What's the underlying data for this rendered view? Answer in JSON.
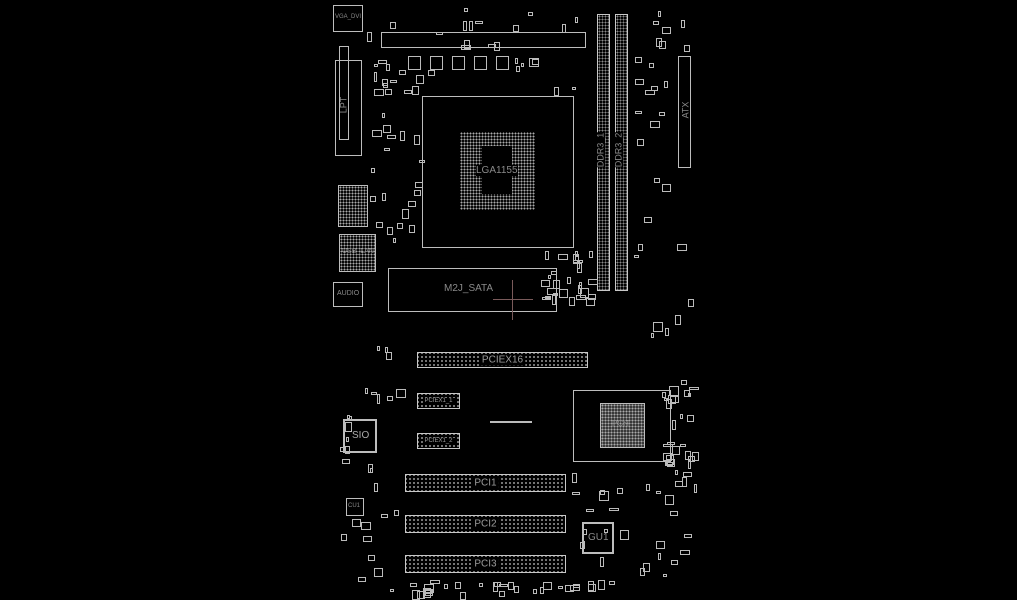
{
  "board": {
    "cpu_socket": "LGA1155",
    "m2_slot": "M2J_SATA",
    "dimm": [
      "DDR3_1",
      "DDR3_2"
    ],
    "atx": "ATX",
    "lpt": "LPT",
    "audio": "AUDIO",
    "usb_lan": "USB_LAN",
    "vga": "VGA_DVI",
    "pciex16": "PCIEX16",
    "pciex1": [
      "PCIEX1_1",
      "PCIEX1_2"
    ],
    "pci": [
      "PCI1",
      "PCI2",
      "PCI3"
    ],
    "sio": "SIO",
    "gu1": "GU1",
    "pch": "PCH",
    "cu1": "CU1"
  }
}
